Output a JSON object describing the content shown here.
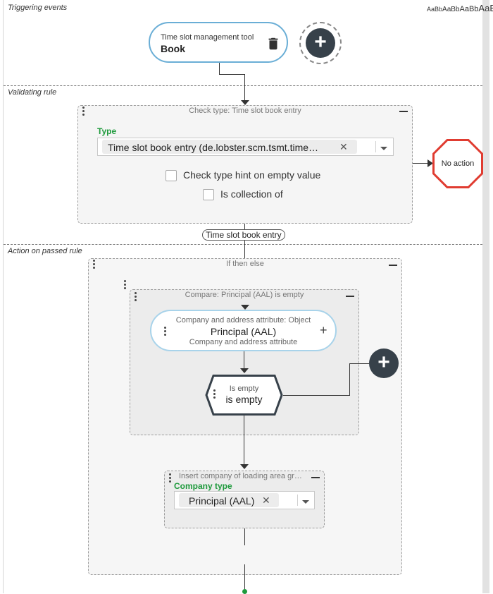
{
  "sections": {
    "triggering": "Triggering events",
    "validating": "Validating rule",
    "action": "Action on passed rule"
  },
  "font_sample": [
    "AaBb",
    "AaBb",
    "AaBb",
    "AaBb"
  ],
  "trigger": {
    "subtitle": "Time slot management tool",
    "title": "Book"
  },
  "check_type": {
    "title": "Check type: Time slot book entry",
    "type_label": "Type",
    "type_value": "Time slot book entry (de.lobster.scm.tsmt.time…",
    "hint_label": "Check type hint on empty value",
    "collection_label": "Is collection of"
  },
  "no_action": "No action",
  "edge_label": "Time slot book entry",
  "if_then_else": {
    "title": "If then else"
  },
  "compare": {
    "title": "Compare: Principal (AAL) is empty"
  },
  "attribute": {
    "kind": "Company and address attribute: Object",
    "name": "Principal (AAL)",
    "type": "Company and address attribute"
  },
  "condition": {
    "label": "Is empty",
    "value": "is empty"
  },
  "insert": {
    "title": "Insert company of loading area gr…",
    "field_label": "Company type",
    "value": "Principal (AAL)"
  },
  "colors": {
    "accent_green": "#1e9a3c",
    "pill_border": "#6aaed6",
    "stop_red": "#e03c31",
    "add_button": "#37414a"
  }
}
